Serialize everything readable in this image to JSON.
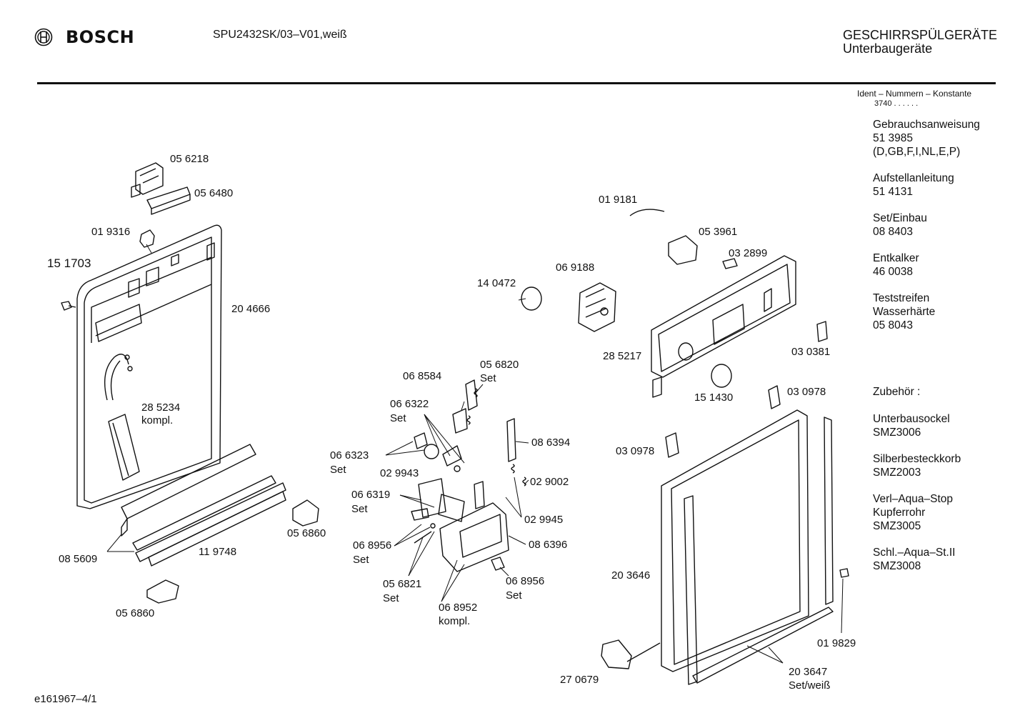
{
  "header": {
    "brand": "BOSCH",
    "model": "SPU2432SK/03–V01,weiß",
    "category_line1": "GESCHIRRSPÜLGERÄTE",
    "category_line2": "Unterbaugeräte"
  },
  "ident": {
    "title": "Ident – Nummern – Konstante",
    "codes": "3740 . .   . . . ."
  },
  "sidebar": {
    "docs": [
      {
        "lines": [
          "Gebrauchsanweisung",
          "51 3985",
          "(D,GB,F,I,NL,E,P)"
        ]
      },
      {
        "lines": [
          "Aufstellanleitung",
          "51 4131"
        ]
      },
      {
        "lines": [
          "Set/Einbau",
          "08 8403"
        ]
      },
      {
        "lines": [
          "Entkalker",
          "46 0038"
        ]
      },
      {
        "lines": [
          "Teststreifen",
          "Wasserhärte",
          "05 8043"
        ]
      }
    ],
    "accessories_title": "Zubehör :",
    "accessories": [
      {
        "lines": [
          "Unterbausockel",
          "SMZ3006"
        ]
      },
      {
        "lines": [
          "Silberbesteckkorb",
          "SMZ2003"
        ]
      },
      {
        "lines": [
          "Verl–Aqua–Stop",
          "Kupferrohr",
          "SMZ3005"
        ]
      },
      {
        "lines": [
          "Schl.–Aqua–St.II",
          "SMZ3008"
        ]
      }
    ]
  },
  "parts": {
    "p056218": "05 6218",
    "p056480": "05 6480",
    "p019316": "01 9316",
    "p151703": "15 1703",
    "p204666": "20 4666",
    "p285234": "28 5234",
    "p285234b": "kompl.",
    "p085609": "08 5609",
    "p119748": "11 9748",
    "p056860a": "05 6860",
    "p056860b": "05 6860",
    "p019181": "01 9181",
    "p053961": "05 3961",
    "p032899": "03 2899",
    "p069188": "06 9188",
    "p140472": "14 0472",
    "p285217": "28 5217",
    "p030381": "03 0381",
    "p151430": "15 1430",
    "p030978a": "03 0978",
    "p030978b": "03 0978",
    "p068584": "06 8584",
    "p056820": "05 6820",
    "p056820b": "Set",
    "p066322": "06 6322",
    "p066322b": "Set",
    "p066323": "06 6323",
    "p066323b": "Set",
    "p029943": "02 9943",
    "p066319": "06 6319",
    "p066319b": "Set",
    "p086394": "08 6394",
    "p029002": "02 9002",
    "p029945": "02 9945",
    "p086396": "08 6396",
    "p068956a": "06 8956",
    "p068956ab": "Set",
    "p068956b": "06 8956",
    "p068956bb": "Set",
    "p056821": "05 6821",
    "p056821b": "Set",
    "p068952": "06 8952",
    "p068952b": "kompl.",
    "p203646": "20 3646",
    "p019829": "01 9829",
    "p270679": "27 0679",
    "p203647": "20 3647",
    "p203647b": "Set/weiß"
  },
  "footer": {
    "code": "e161967–4/1"
  }
}
